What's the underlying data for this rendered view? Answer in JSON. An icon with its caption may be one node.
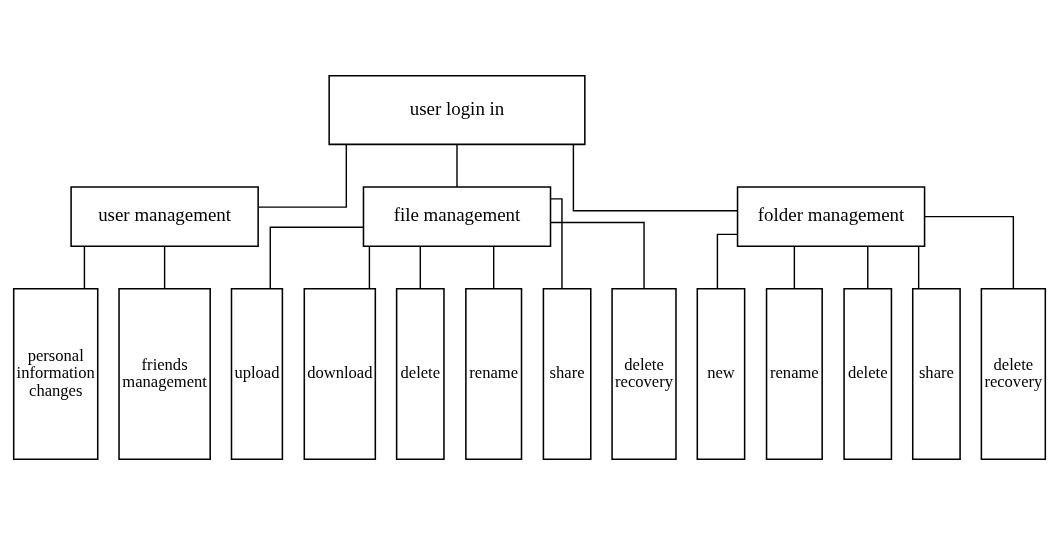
{
  "diagram": {
    "nodes": [
      {
        "text": [
          "user login in"
        ]
      },
      {
        "text": [
          "user management"
        ]
      },
      {
        "text": [
          "file management"
        ]
      },
      {
        "text": [
          "folder management"
        ]
      },
      {
        "text": [
          "personal information changes"
        ]
      },
      {
        "text": [
          "friends management"
        ]
      },
      {
        "text": [
          "upload"
        ]
      },
      {
        "text": [
          "download"
        ]
      },
      {
        "text": [
          "delete"
        ]
      },
      {
        "text": [
          "rename"
        ]
      },
      {
        "text": [
          "share"
        ]
      },
      {
        "text": [
          "delete recovery"
        ]
      },
      {
        "text": [
          "new"
        ]
      },
      {
        "text": [
          "rename"
        ]
      },
      {
        "text": [
          "delete"
        ]
      },
      {
        "text": [
          "share"
        ]
      },
      {
        "text": [
          "delete recovery"
        ]
      }
    ],
    "edges": [
      {
        "from": 0,
        "to": 1,
        "arrow": "none"
      },
      {
        "from": 0,
        "to": 2,
        "arrow": "none"
      },
      {
        "from": 0,
        "to": 3,
        "arrow": "none"
      },
      {
        "from": 1,
        "to": 4,
        "arrow": "none"
      },
      {
        "from": 1,
        "to": 5,
        "arrow": "none"
      },
      {
        "from": 2,
        "to": 6,
        "arrow": "none"
      },
      {
        "from": 2,
        "to": 7,
        "arrow": "none"
      },
      {
        "from": 2,
        "to": 8,
        "arrow": "none"
      },
      {
        "from": 2,
        "to": 9,
        "arrow": "none"
      },
      {
        "from": 2,
        "to": 10,
        "arrow": "none"
      },
      {
        "from": 2,
        "to": 11,
        "arrow": "none"
      },
      {
        "from": 3,
        "to": 12,
        "arrow": "none"
      },
      {
        "from": 3,
        "to": 13,
        "arrow": "none"
      },
      {
        "from": 3,
        "to": 14,
        "arrow": "none"
      },
      {
        "from": 3,
        "to": 15,
        "arrow": "none"
      },
      {
        "from": 3,
        "to": 16,
        "arrow": "none"
      }
    ]
  }
}
